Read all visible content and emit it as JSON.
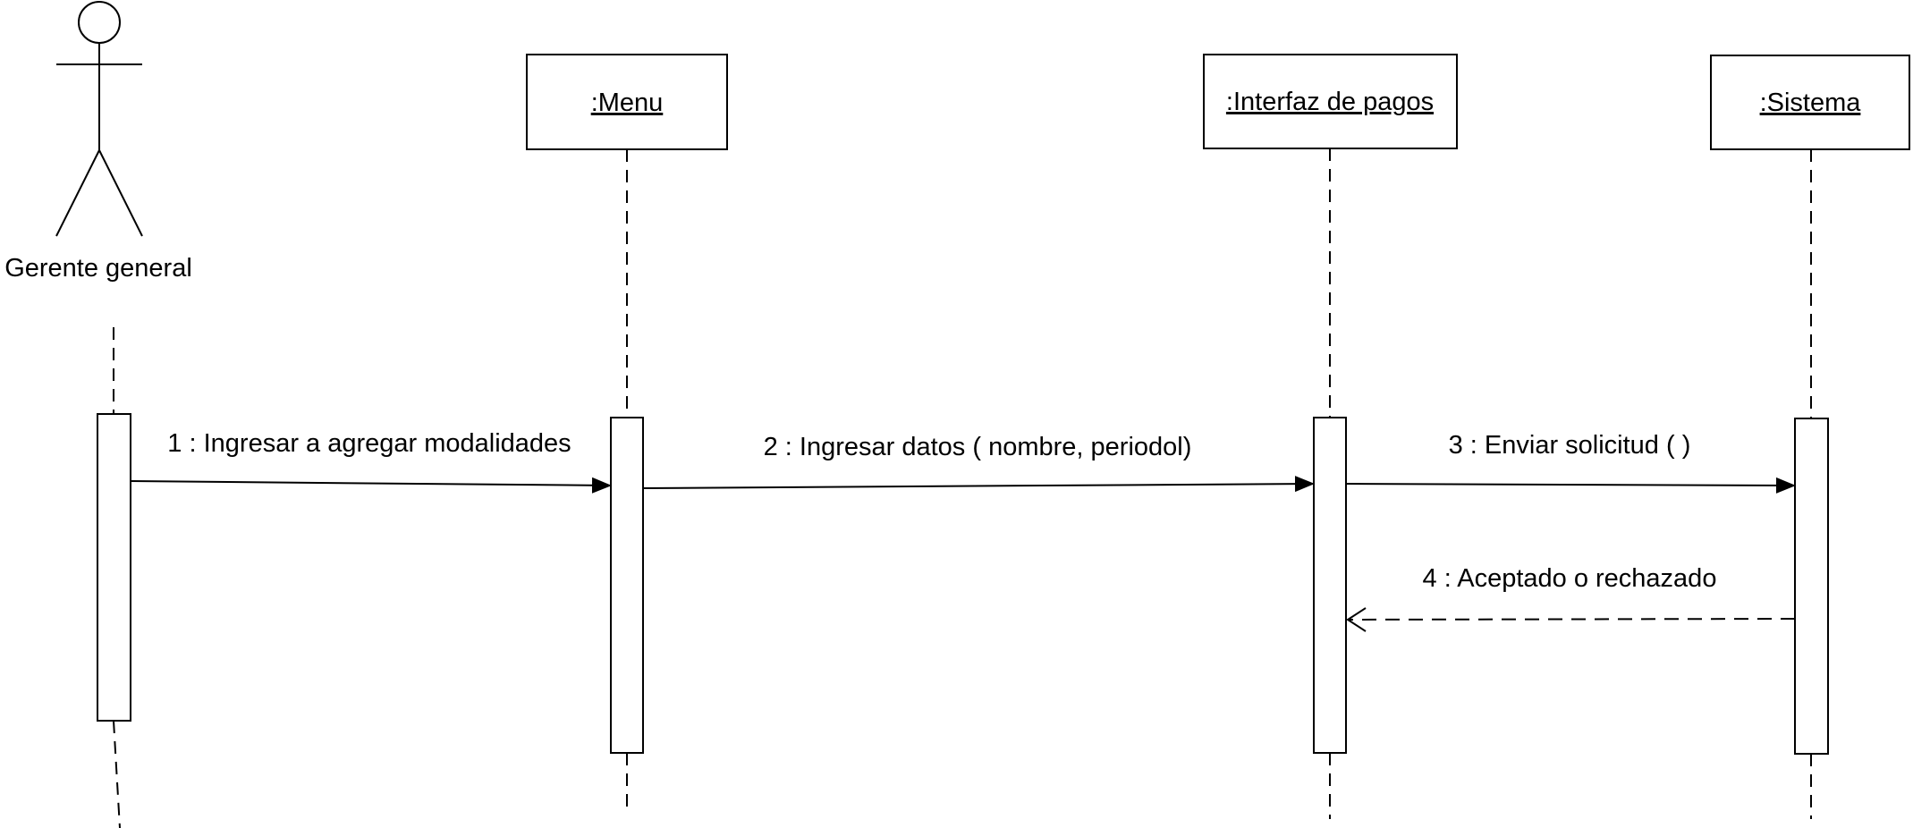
{
  "actor": {
    "name": "Gerente general"
  },
  "objects": [
    {
      "id": "menu",
      "label": ":Menu"
    },
    {
      "id": "interfaz",
      "label": ":Interfaz de pagos"
    },
    {
      "id": "sistema",
      "label": ":Sistema"
    }
  ],
  "messages": [
    {
      "number": 1,
      "label": "1 : Ingresar a agregar modalidades",
      "from": "actor",
      "to": "menu",
      "kind": "sync"
    },
    {
      "number": 2,
      "label": "2 : Ingresar datos ( nombre, periodol)",
      "from": "menu",
      "to": "interfaz",
      "kind": "sync"
    },
    {
      "number": 3,
      "label": "3 : Enviar solicitud ( )",
      "from": "interfaz",
      "to": "sistema",
      "kind": "sync"
    },
    {
      "number": 4,
      "label": "4 : Aceptado o rechazado",
      "from": "sistema",
      "to": "interfaz",
      "kind": "reply"
    }
  ],
  "colors": {
    "line": "#000000",
    "fill": "#ffffff"
  }
}
